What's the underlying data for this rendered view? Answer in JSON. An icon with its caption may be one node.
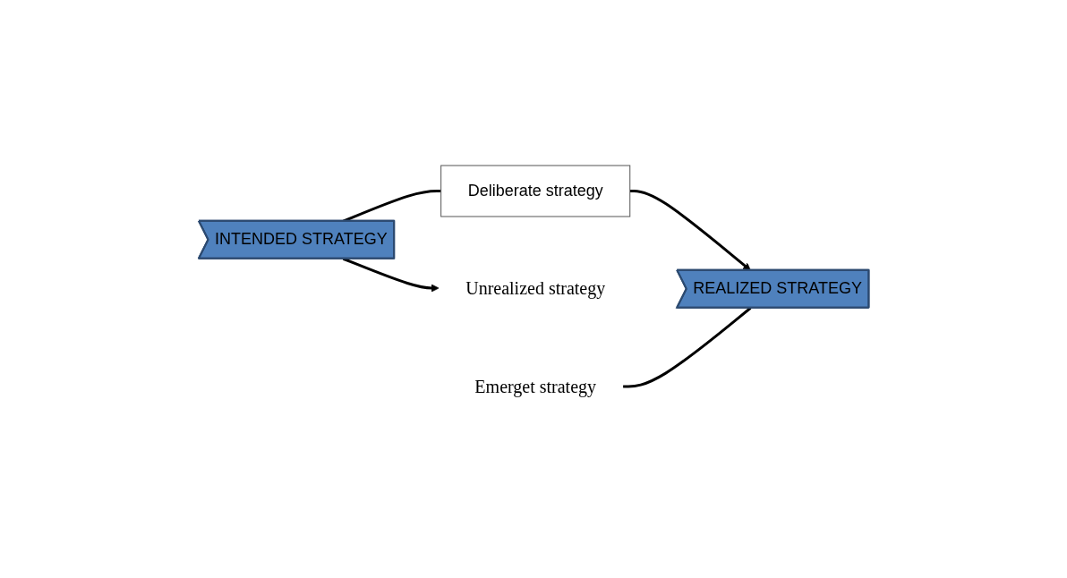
{
  "diagram": {
    "nodes": [
      {
        "text": [
          "INTENDED STRATEGY"
        ]
      },
      {
        "text": [
          "Deliberate strategy"
        ]
      },
      {
        "text": [
          "REALIZED STRATEGY"
        ]
      },
      {
        "text": [
          "Unrealized strategy"
        ]
      },
      {
        "text": [
          "Emerget strategy"
        ]
      }
    ],
    "edges": [
      {
        "from": 0,
        "to": 1,
        "arrow": "none"
      },
      {
        "from": 1,
        "to": 2,
        "arrow": "to"
      },
      {
        "from": 0,
        "to": 3,
        "arrow": "to"
      },
      {
        "from": 4,
        "to": 2,
        "arrow": "none"
      }
    ]
  }
}
